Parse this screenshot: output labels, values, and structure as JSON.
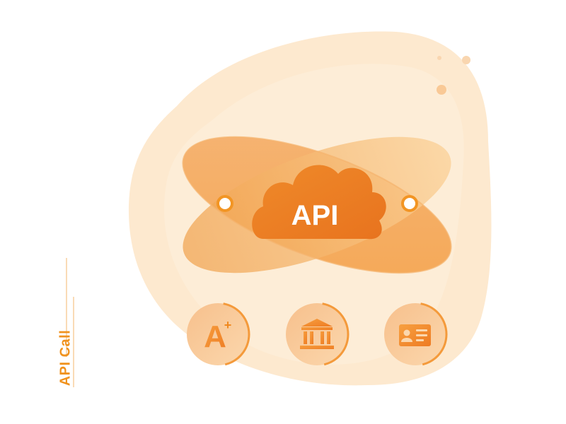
{
  "diagram": {
    "center_label": "API",
    "side_label": "API Call",
    "icons": [
      {
        "name": "a-plus-grade-icon",
        "text": "A",
        "superscript": "+"
      },
      {
        "name": "bank-building-icon"
      },
      {
        "name": "id-card-icon"
      }
    ]
  },
  "colors": {
    "blob": "#fdebd3",
    "orange": "#f29524",
    "orange_dark": "#e8741f",
    "orange_light": "#f9b868",
    "icon_bg": "#f7c38a"
  }
}
